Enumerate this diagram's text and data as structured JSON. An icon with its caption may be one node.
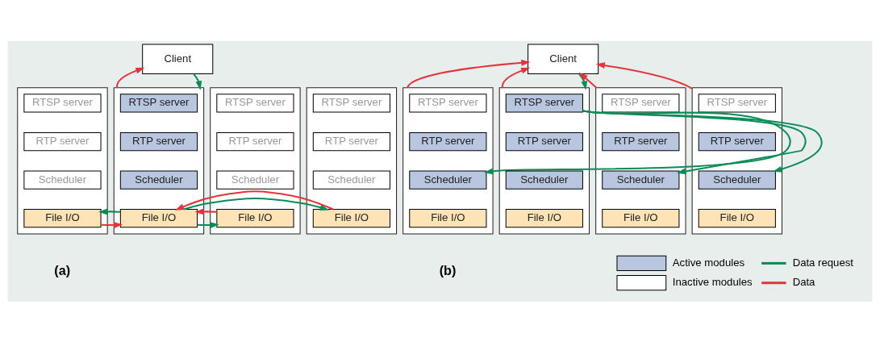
{
  "diagram": {
    "nodes": [
      {
        "text": [
          "Client"
        ]
      },
      {
        "text": [],
        "shape": "box"
      },
      {
        "text": [
          "RTSP server"
        ],
        "in": 1
      },
      {
        "text": [
          "RTP server"
        ],
        "in": 1
      },
      {
        "text": [
          "Scheduler"
        ],
        "in": 1
      },
      {
        "text": [
          "File I/O"
        ],
        "in": 1
      },
      {
        "text": [],
        "shape": "box"
      },
      {
        "text": [
          "RTSP server"
        ],
        "in": 6
      },
      {
        "text": [
          "RTP server"
        ],
        "in": 6
      },
      {
        "text": [
          "Scheduler"
        ],
        "in": 6
      },
      {
        "text": [
          "File I/O"
        ],
        "in": 6
      },
      {
        "text": [],
        "shape": "box"
      },
      {
        "text": [
          "RTSP server"
        ],
        "in": 11
      },
      {
        "text": [
          "RTP server"
        ],
        "in": 11
      },
      {
        "text": [
          "Scheduler"
        ],
        "in": 11
      },
      {
        "text": [
          "File I/O"
        ],
        "in": 11
      },
      {
        "text": [],
        "shape": "box"
      },
      {
        "text": [
          "RTSP server"
        ],
        "in": 16
      },
      {
        "text": [
          "RTP server"
        ],
        "in": 16
      },
      {
        "text": [
          "Scheduler"
        ],
        "in": 16
      },
      {
        "text": [
          "File I/O"
        ],
        "in": 16
      },
      {
        "text": [
          "Client"
        ]
      },
      {
        "text": [],
        "shape": "box"
      },
      {
        "text": [
          "RTSP server"
        ],
        "in": 22
      },
      {
        "text": [
          "RTP server"
        ],
        "in": 22
      },
      {
        "text": [
          "Scheduler"
        ],
        "in": 22
      },
      {
        "text": [
          "File I/O"
        ],
        "in": 22
      },
      {
        "text": [],
        "shape": "box"
      },
      {
        "text": [
          "RTSP server"
        ],
        "in": 27
      },
      {
        "text": [
          "RTP server"
        ],
        "in": 27
      },
      {
        "text": [
          "Scheduler"
        ],
        "in": 27
      },
      {
        "text": [
          "File I/O"
        ],
        "in": 27
      },
      {
        "text": [],
        "shape": "box"
      },
      {
        "text": [
          "RTSP server"
        ],
        "in": 32
      },
      {
        "text": [
          "RTP server"
        ],
        "in": 32
      },
      {
        "text": [
          "Scheduler"
        ],
        "in": 32
      },
      {
        "text": [
          "File I/O"
        ],
        "in": 32
      },
      {
        "text": [],
        "shape": "box"
      },
      {
        "text": [
          "RTSP server"
        ],
        "in": 37
      },
      {
        "text": [
          "RTP server"
        ],
        "in": 37
      },
      {
        "text": [
          "Scheduler"
        ],
        "in": 37
      },
      {
        "text": [
          "File I/O"
        ],
        "in": 37
      }
    ],
    "edges": [
      {
        "from": 6,
        "to": 0,
        "arrow": "to",
        "color": "#e5333c"
      },
      {
        "from": 0,
        "to": 6,
        "arrow": "to",
        "color": "#0b8c57"
      },
      {
        "from": 5,
        "to": 10,
        "arrow": "to",
        "color": "#e5333c"
      },
      {
        "from": 10,
        "to": 5,
        "arrow": "to",
        "color": "#0b8c57"
      },
      {
        "from": 10,
        "to": 15,
        "arrow": "to",
        "color": "#0b8c57"
      },
      {
        "from": 15,
        "to": 10,
        "arrow": "to",
        "color": "#e5333c"
      },
      {
        "from": 10,
        "to": 20,
        "arrow": "to",
        "color": "#0b8c57"
      },
      {
        "from": 20,
        "to": 10,
        "arrow": "to",
        "color": "#e5333c"
      },
      {
        "from": 22,
        "to": 21,
        "arrow": "to",
        "color": "#e5333c"
      },
      {
        "from": 27,
        "to": 21,
        "arrow": "to",
        "color": "#e5333c"
      },
      {
        "from": 21,
        "to": 27,
        "arrow": "to",
        "color": "#0b8c57"
      },
      {
        "from": 32,
        "to": 21,
        "arrow": "to",
        "color": "#e5333c"
      },
      {
        "from": 37,
        "to": 21,
        "arrow": "to",
        "color": "#e5333c"
      },
      {
        "from": 28,
        "to": 25,
        "arrow": "to",
        "color": "#0b8c57"
      },
      {
        "from": 28,
        "to": 35,
        "arrow": "to",
        "color": "#0b8c57"
      },
      {
        "from": 28,
        "to": 40,
        "arrow": "to",
        "color": "#0b8c57"
      }
    ],
    "labels": [
      "(a)",
      "(b)"
    ],
    "legend": [
      {
        "text": "Active modules",
        "color": "#b8c6e0"
      },
      {
        "text": "Data request"
      },
      {
        "text": "Inactive modules",
        "color": "#ffffff"
      },
      {
        "text": "Data"
      }
    ]
  }
}
